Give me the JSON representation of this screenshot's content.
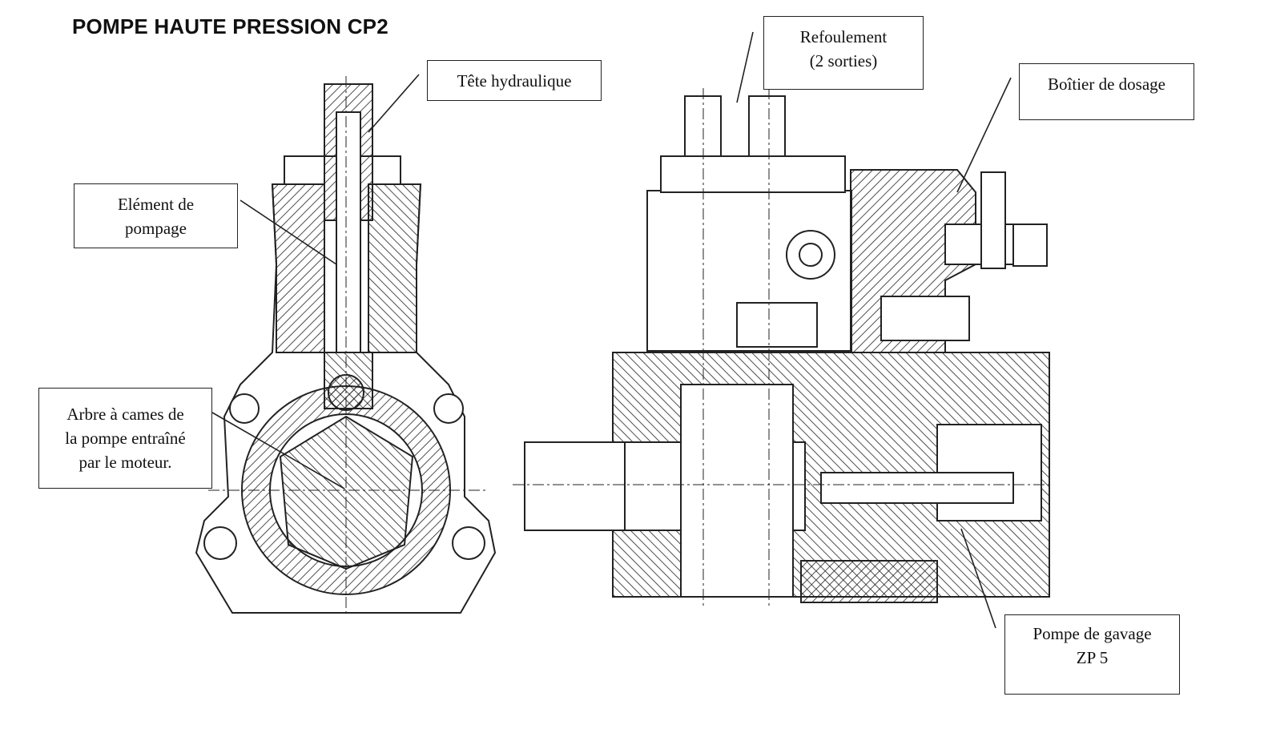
{
  "title": "POMPE HAUTE PRESSION CP2",
  "labels": {
    "tete_hydraulique": "Tête hydraulique",
    "element_pompage_1": "Elément de",
    "element_pompage_2": "pompage",
    "arbre_1": "Arbre à cames de",
    "arbre_2": "la pompe entraîné",
    "arbre_3": "par le moteur.",
    "refoulement_1": "Refoulement",
    "refoulement_2": "(2 sorties)",
    "boitier_dosage": "Boîtier de dosage",
    "pompe_gavage_1": "Pompe de gavage",
    "pompe_gavage_2": "ZP 5"
  }
}
